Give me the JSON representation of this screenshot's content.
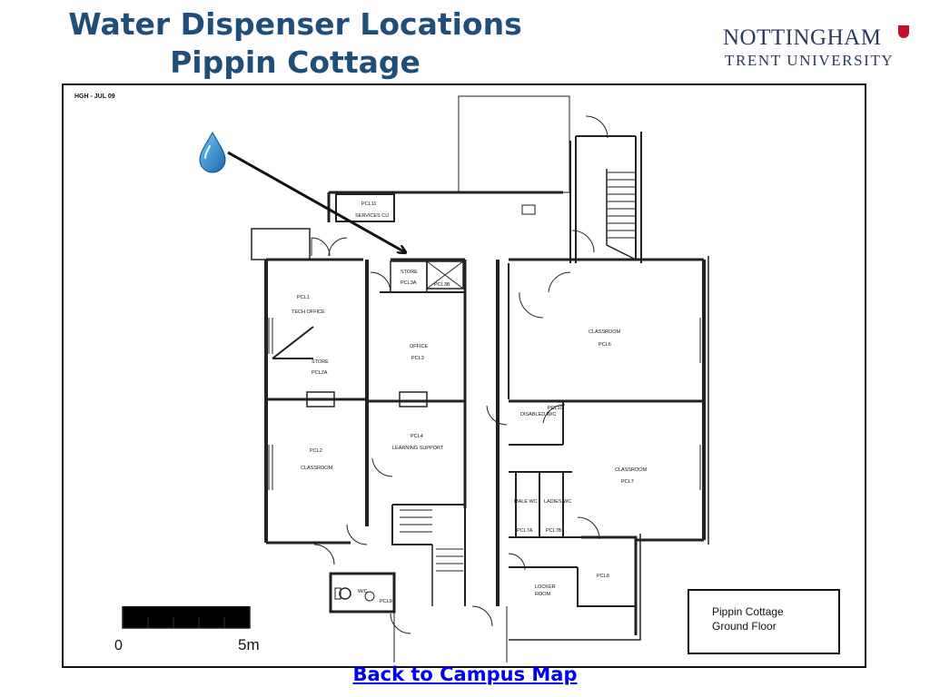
{
  "title": {
    "line1": "Water Dispenser Locations",
    "line2": "Pippin Cottage"
  },
  "logo": {
    "line1": "NOTTINGHAM",
    "line2": "TRENT UNIVERSITY"
  },
  "plan": {
    "reference": "HGH - JUL 09",
    "rooms": {
      "pcl11": "PCL11",
      "services": "SERVICES CU",
      "store_top": "STORE",
      "pcl3a": "PCL3A",
      "pcl3b": "PCL3B",
      "pcl1": "PCL1",
      "tech_office": "TECH OFFICE",
      "store2": "STORE",
      "pcl2a": "PCL2A",
      "office": "OFFICE",
      "pcl3": "PCL3",
      "classroom6": "CLASSROOM",
      "pcl6": "PCL6",
      "pcl10": "PCL10",
      "disabled_wc": "DISABLED W/C",
      "pcl4": "PCL4",
      "learning_support": "LEARNING SUPPORT",
      "pcl2": "PCL2",
      "classroom2": "CLASSROOM",
      "classroom7": "CLASSROOM",
      "pcl7": "PCL7",
      "male_wc": "MALE WC",
      "ladies_wc": "LADIES WC",
      "pcl7a": "PCL7A",
      "pcl7b": "PCL7B",
      "pcl8": "PCL8",
      "locker": "LOCKER",
      "room": "ROOM",
      "wc": "W/C",
      "pcl9": "PCL9"
    },
    "legend": {
      "line1": "Pippin Cottage",
      "line2": "Ground Floor"
    },
    "scale": {
      "min_label": "0",
      "max_label": "5m"
    },
    "marker_icon": "water-drop-icon",
    "marker_color": "#1e90d8"
  },
  "link": {
    "label": "Back to Campus Map"
  }
}
